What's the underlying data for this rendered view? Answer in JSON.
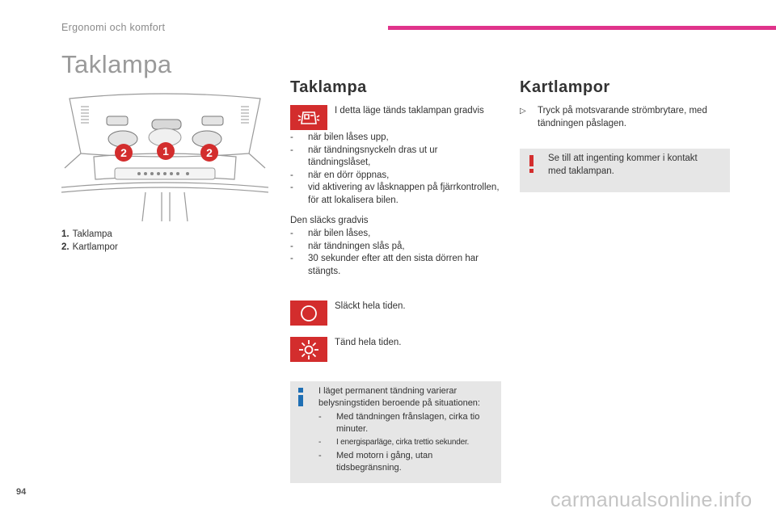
{
  "header": {
    "section": "Ergonomi och komfort",
    "page_title": "Taklampa"
  },
  "illustration": {
    "callouts": [
      "2",
      "1",
      "2"
    ]
  },
  "legend": [
    {
      "num": "1.",
      "label": "Taklampa"
    },
    {
      "num": "2.",
      "label": "Kartlampor"
    }
  ],
  "taklampa": {
    "heading": "Taklampa",
    "mode_auto_text": "I detta läge tänds taklampan gradvis",
    "on_list": [
      "när bilen låses upp,",
      "när tändningsnyckeln dras ut ur tändningslåset,",
      "när en dörr öppnas,",
      "vid aktivering av låsknappen på fjärrkontrollen, för att lokalisera bilen."
    ],
    "off_intro": "Den släcks gradvis",
    "off_list": [
      "när bilen låses,",
      "när tändningen slås på,",
      "30 sekunder efter att den sista dörren har stängts."
    ],
    "mode_off_text": "Släckt hela tiden.",
    "mode_on_text": "Tänd hela tiden.",
    "info": {
      "intro": "I läget permanent tändning varierar belysningstiden beroende på situationen:",
      "items": [
        "Med tändningen frånslagen, cirka tio minuter.",
        "I energisparläge, cirka trettio sekunder.",
        "Med motorn i gång, utan tidsbegränsning."
      ]
    }
  },
  "kartlampor": {
    "heading": "Kartlampor",
    "bullet": "Tryck på motsvarande strömbrytare, med tändningen påslagen.",
    "warning": "Se till att ingenting kommer i kontakt med taklampan."
  },
  "footer": {
    "page_number": "94",
    "watermark": "carmanualsonline.info"
  },
  "colors": {
    "accent": "#e0338b",
    "icon_red": "#d32d2d",
    "info_blue": "#1f6fb4",
    "box_grey": "#e6e6e6"
  }
}
